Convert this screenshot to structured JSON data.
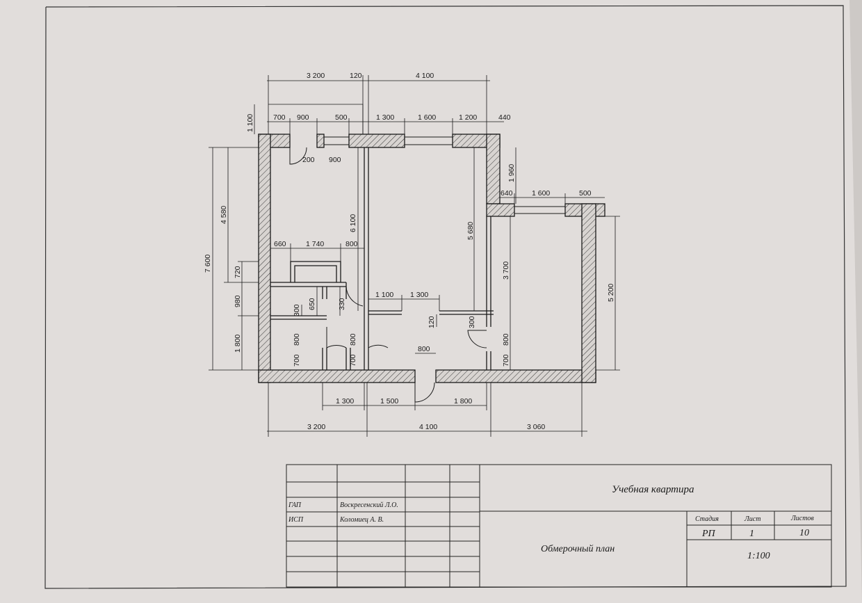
{
  "drawing": {
    "dims_top_outer": [
      "3 200",
      "120",
      "4 100"
    ],
    "dims_top_inner": [
      "700",
      "900",
      "500",
      "1 300",
      "1 600",
      "1 200",
      "440"
    ],
    "dim_top_left_vertical": "1 100",
    "dims_entry": [
      "200",
      "900"
    ],
    "dims_right_upper": [
      "1 960",
      "640",
      "1 600",
      "500"
    ],
    "dims_left_outer": [
      "7 600"
    ],
    "dims_left_inner": [
      "4 580",
      "720",
      "980",
      "1 800"
    ],
    "dims_bath": [
      "660",
      "1 740",
      "800",
      "300",
      "650",
      "330",
      "800",
      "700",
      "700",
      "800"
    ],
    "dims_corridor": [
      "1 100",
      "1 300",
      "120",
      "800"
    ],
    "dims_room_vertical": [
      "6 100",
      "5 680",
      "3 700",
      "5 200"
    ],
    "dims_room3_doors": [
      "300",
      "800",
      "700"
    ],
    "dims_bottom_inner": [
      "1 300",
      "1 500",
      "1 800"
    ],
    "dims_bottom_outer": [
      "3 200",
      "4 100",
      "3 060"
    ]
  },
  "title_block": {
    "project": "Учебная квартира",
    "sheet_name": "Обмерочный план",
    "roles": [
      {
        "role": "ГАП",
        "name": "Воскресенский Л.О."
      },
      {
        "role": "ИСП",
        "name": "Коломиец А. В."
      }
    ],
    "stage_label": "Стадия",
    "sheet_label": "Лист",
    "sheets_label": "Листов",
    "stage": "РП",
    "sheet": "1",
    "sheets": "10",
    "scale": "1:100"
  }
}
